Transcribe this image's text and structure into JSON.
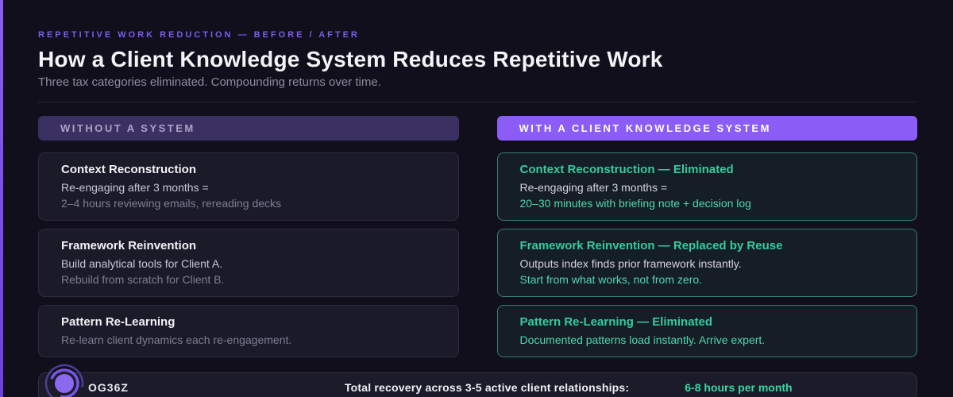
{
  "header": {
    "eyebrow": "REPETITIVE WORK REDUCTION — BEFORE / AFTER",
    "title": "How a Client Knowledge System Reduces Repetitive Work",
    "subtitle": "Three tax categories eliminated. Compounding returns over time."
  },
  "columns": {
    "before": {
      "header": "WITHOUT A SYSTEM",
      "cards": [
        {
          "title": "Context Reconstruction",
          "line1": "Re-engaging after 3 months =",
          "line2": "2–4 hours reviewing emails, rereading decks"
        },
        {
          "title": "Framework Reinvention",
          "line1": "Build analytical tools for Client A.",
          "line2": "Rebuild from scratch for Client B."
        },
        {
          "title": "Pattern Re-Learning",
          "line2": "Re-learn client dynamics each re-engagement."
        }
      ]
    },
    "after": {
      "header": "WITH A CLIENT KNOWLEDGE SYSTEM",
      "cards": [
        {
          "title": "Context Reconstruction — Eliminated",
          "line1": "Re-engaging after 3 months =",
          "line2": "20–30 minutes with briefing note + decision log"
        },
        {
          "title": "Framework Reinvention — Replaced by Reuse",
          "line1": "Outputs index finds prior framework instantly.",
          "line2": "Start from what works, not from zero."
        },
        {
          "title": "Pattern Re-Learning — Eliminated",
          "line2": "Documented patterns load instantly. Arrive expert."
        }
      ]
    }
  },
  "footer": {
    "brand": "OG36Z",
    "summary_label": "Total recovery across 3-5 active client relationships:",
    "summary_value": "6-8 hours per month"
  },
  "icons": {
    "logo": "orbit-logo-icon"
  },
  "colors": {
    "page_bg": "#100f1b",
    "stripe_purple": "#7c4dff",
    "eyebrow_purple": "#7b5cf0",
    "accent_purple": "#8b5cf6",
    "before_header_bg": "#3a3162",
    "teal_title": "#35cc9e",
    "teal_body": "#4fd8ae",
    "footer_value_green": "#36d9a1",
    "card_bg_before": "#1b1a29",
    "card_bg_after": "#151d26",
    "card_border_after": "#36816f"
  }
}
